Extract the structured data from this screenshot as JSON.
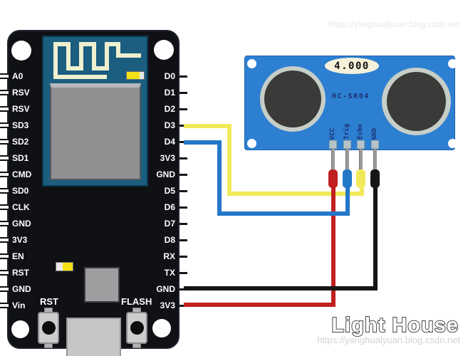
{
  "watermark": {
    "brand": "Light House",
    "bottom_url": "https://yanghualyuan.blog.csdn.net",
    "top_url": "https://yanghualyuan.blog.csdn.net"
  },
  "nodemcu": {
    "left_pins": [
      "A0",
      "RSV",
      "RSV",
      "SD3",
      "SD2",
      "SD1",
      "CMD",
      "SD0",
      "CLK",
      "GND",
      "3V3",
      "EN",
      "RST",
      "GND",
      "Vin"
    ],
    "right_pins": [
      "D0",
      "D1",
      "D2",
      "D3",
      "D4",
      "3V3",
      "GND",
      "D5",
      "D6",
      "D7",
      "D8",
      "RX",
      "TX",
      "GND",
      "3V3"
    ],
    "buttons": {
      "reset": "RST",
      "flash": "FLASH"
    },
    "colors": {
      "board": "#101115",
      "module": "#1b5e80",
      "antenna_trace": "#eef0cf",
      "shield": "#8e9092",
      "led": "#f3e215"
    }
  },
  "sensor": {
    "model": "HC-SR04",
    "crystal": "4.000",
    "pins": [
      {
        "label": "VCC",
        "wire_color": "#c02020"
      },
      {
        "label": "Trig",
        "wire_color": "#2478c8"
      },
      {
        "label": "Echo",
        "wire_color": "#f2e95a"
      },
      {
        "label": "GND",
        "wire_color": "#161616"
      }
    ],
    "colors": {
      "board": "#2d7fd2",
      "transducer_ring": "#c6cec8",
      "transducer": "#3a3a38",
      "silkscreen": "#1c3070"
    }
  },
  "wires": [
    {
      "name": "echo-wire",
      "color": "#f2e95a",
      "from": "NodeMCU D3",
      "to": "HC-SR04 Echo"
    },
    {
      "name": "trig-wire",
      "color": "#2478c8",
      "from": "NodeMCU D4",
      "to": "HC-SR04 Trig"
    },
    {
      "name": "vcc-wire",
      "color": "#c02020",
      "from": "NodeMCU 3V3",
      "to": "HC-SR04 VCC"
    },
    {
      "name": "gnd-wire",
      "color": "#161616",
      "from": "NodeMCU GND",
      "to": "HC-SR04 GND"
    }
  ]
}
